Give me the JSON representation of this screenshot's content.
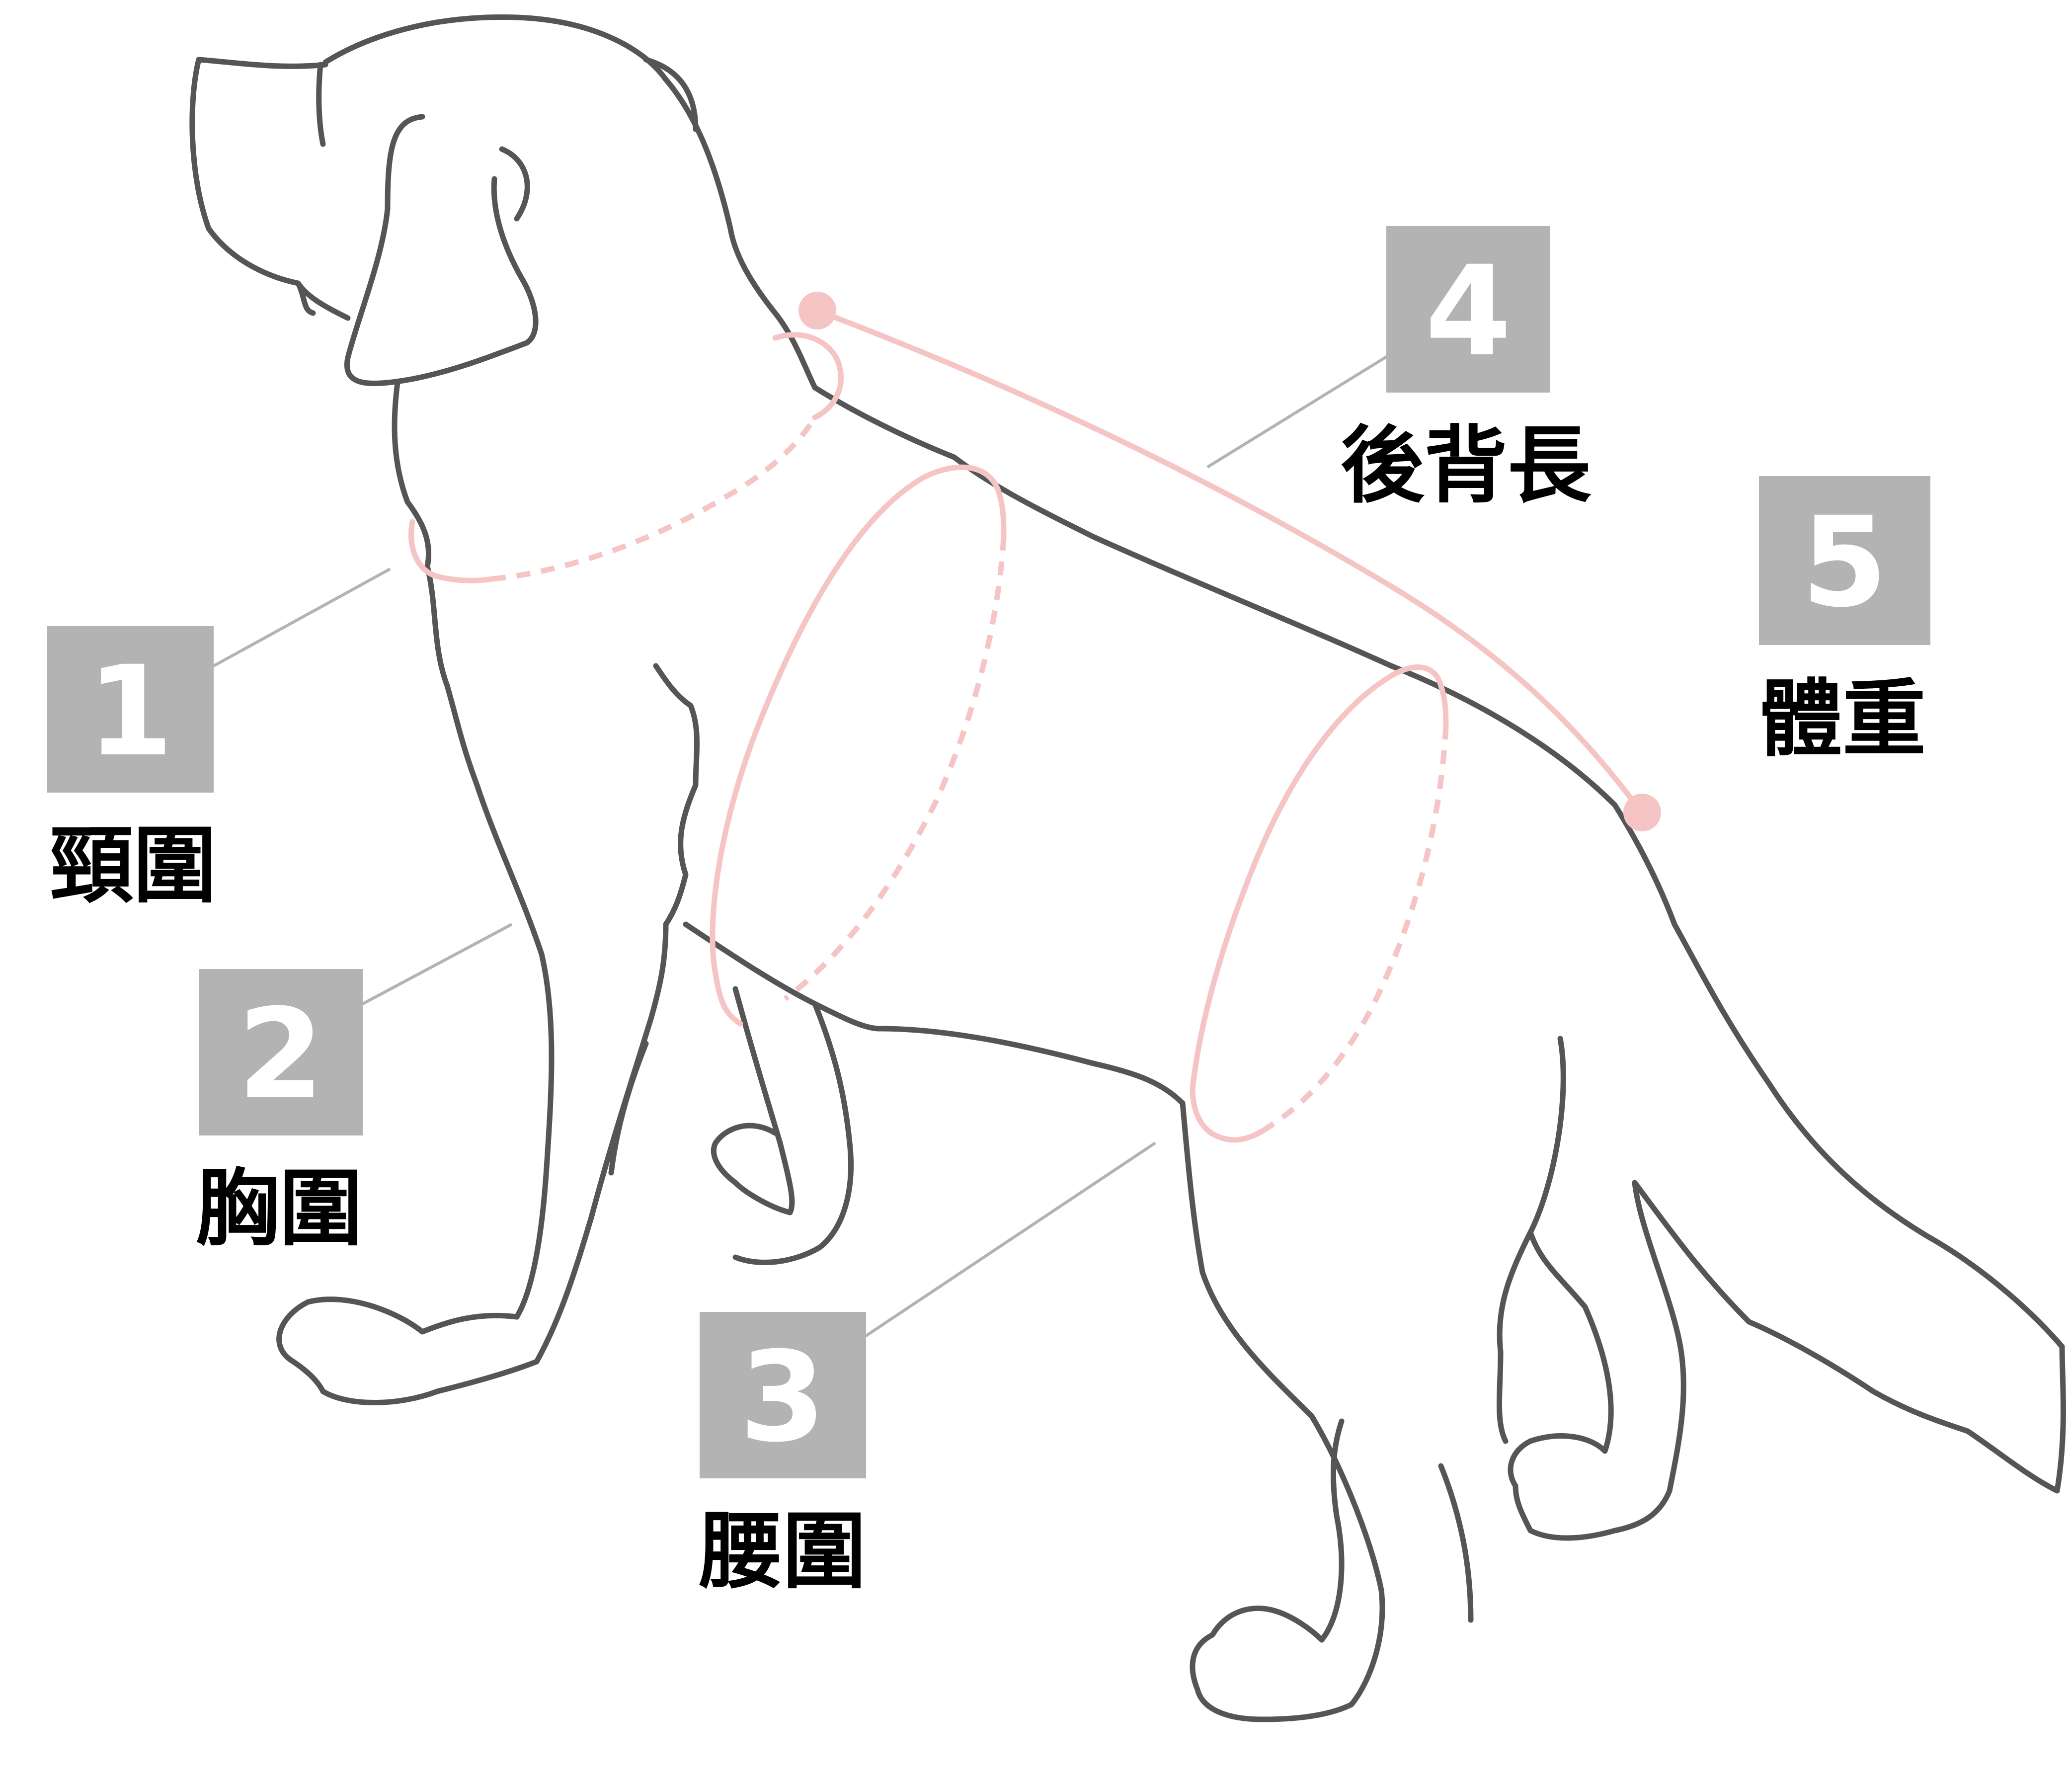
{
  "colors": {
    "badge": "#b3b3b3",
    "badge_text": "#ffffff",
    "caption": "#000000",
    "dog_outline": "#555555",
    "measure_line": "#f5c4c4",
    "leader_line": "#b3b3b3"
  },
  "measurements": [
    {
      "number": "1",
      "label": "頸圍"
    },
    {
      "number": "2",
      "label": "胸圍"
    },
    {
      "number": "3",
      "label": "腰圍"
    },
    {
      "number": "4",
      "label": "後背長"
    },
    {
      "number": "5",
      "label": "體重"
    }
  ]
}
